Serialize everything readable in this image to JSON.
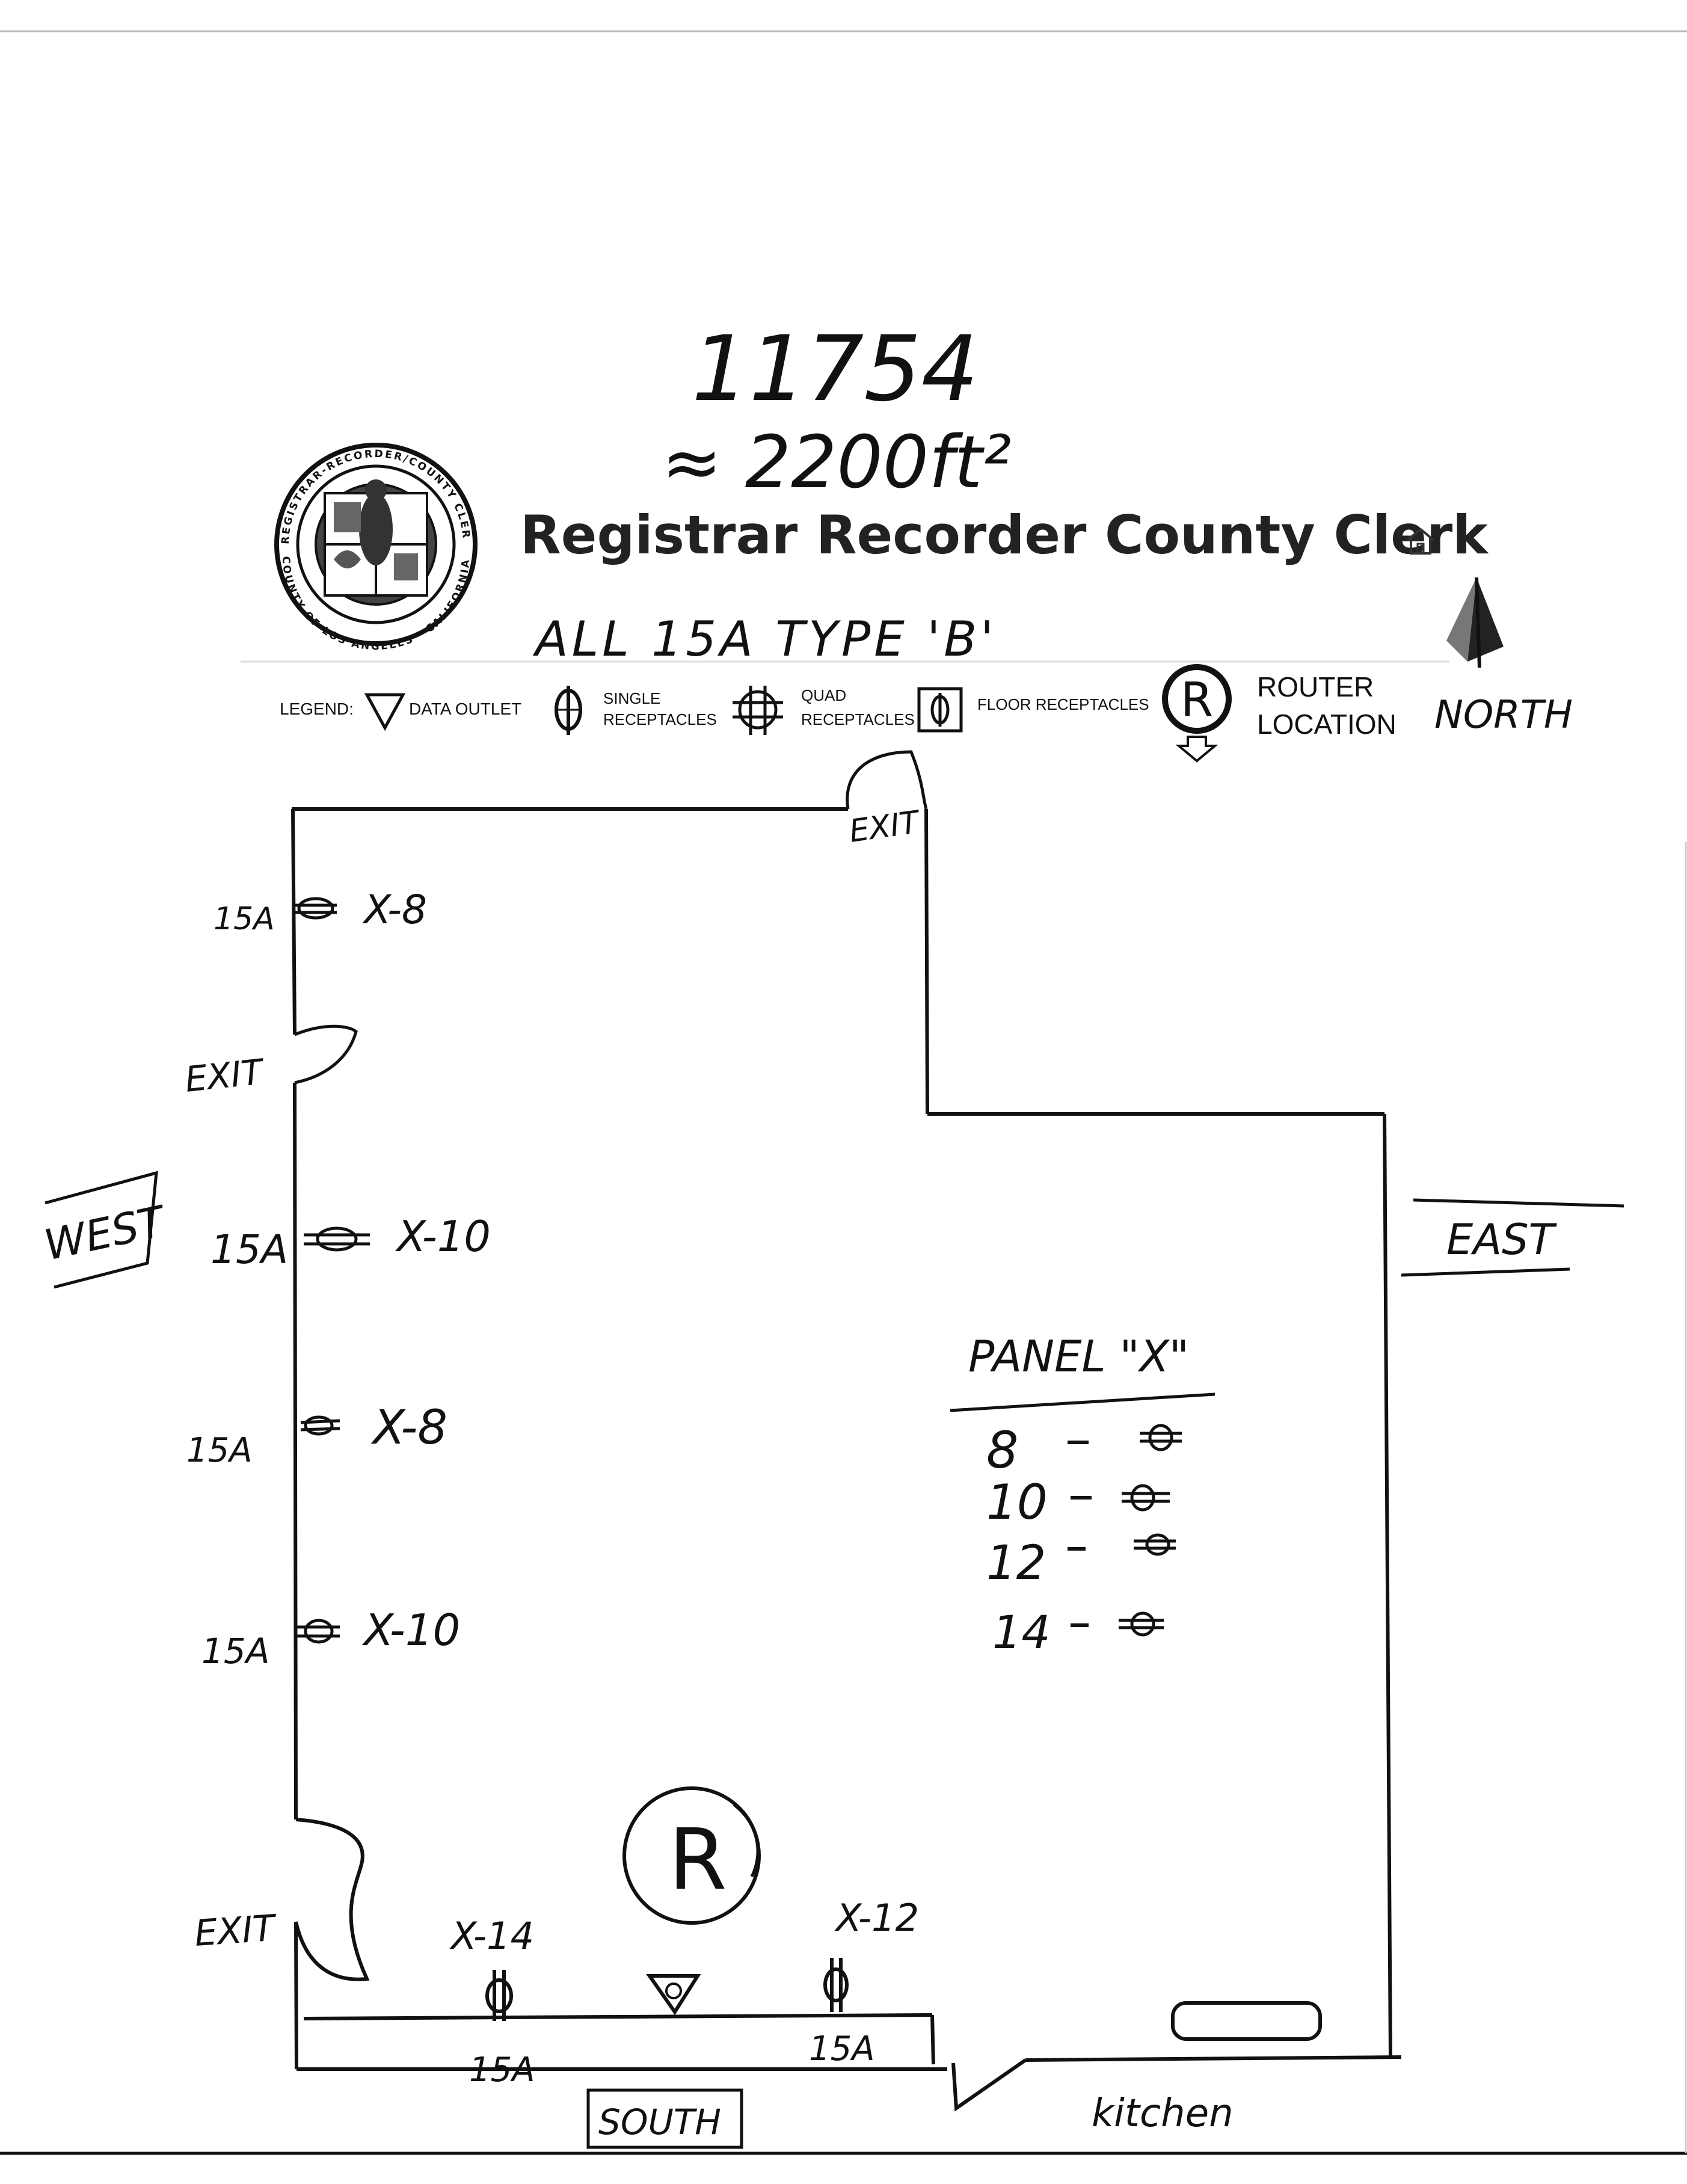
{
  "header": {
    "site_number": "11754",
    "area": "≈ 2200ft²",
    "title": "Registrar Recorder County Clerk",
    "note": "ALL 15A TYPE 'B'",
    "seal_text": [
      "REGISTRAR-RECORDER/COUNTY CLERK",
      "COUNTY OF LOS ANGELES · CALIFORNIA"
    ]
  },
  "legend": {
    "label": "LEGEND:",
    "data_outlet": "DATA OUTLET",
    "single_1": "SINGLE",
    "single_2": "RECEPTACLES",
    "quad_1": "QUAD",
    "quad_2": "RECEPTACLES",
    "floor": "FLOOR RECEPTACLES",
    "router_symbol": "R",
    "router_1": "ROUTER",
    "router_2": "LOCATION"
  },
  "compass": {
    "label": "NORTH"
  },
  "walls": {
    "west": "WEST",
    "east": "EAST",
    "south": "SOUTH",
    "kitchen": "kitchen"
  },
  "exits": {
    "north": "EXIT",
    "west_upper": "EXIT",
    "west_lower": "EXIT"
  },
  "outlets": {
    "w1_amp": "15A",
    "w1_circ": "X-8",
    "w2_amp": "15A",
    "w2_circ": "X-10",
    "w3_amp": "15A",
    "w3_circ": "X-8",
    "w4_amp": "15A",
    "w4_circ": "X-10",
    "s1_circ": "X-14",
    "s1_amp": "15A",
    "s2_circ": "X-12",
    "s2_amp": "15A"
  },
  "router": {
    "label": "R"
  },
  "panel": {
    "title": "PANEL \"X\"",
    "rows": [
      "8",
      "10",
      "12",
      "14"
    ]
  }
}
